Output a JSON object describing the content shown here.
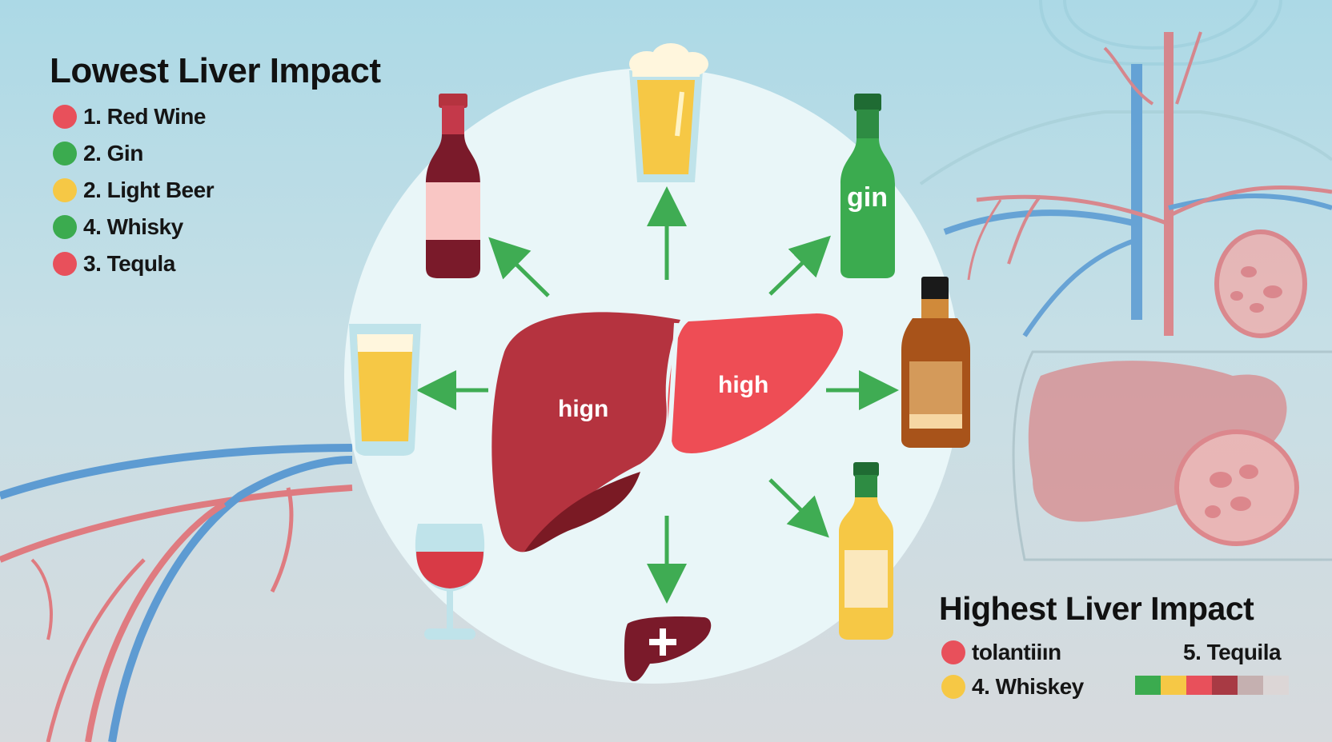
{
  "lowest": {
    "title": "Lowest Liver Impact",
    "items": [
      {
        "label": "1. Red Wine",
        "color": "#e8505b"
      },
      {
        "label": "2. Gin",
        "color": "#3bab4f"
      },
      {
        "label": "2. Light Beer",
        "color": "#f6c845"
      },
      {
        "label": "4. Whisky",
        "color": "#3bab4f"
      },
      {
        "label": "3. Tequla",
        "color": "#e8505b"
      }
    ]
  },
  "highest": {
    "title": "Highest Liver Impact",
    "items": [
      {
        "label": "tolantiiın",
        "color": "#e8505b"
      },
      {
        "label": "4. Whiskey",
        "color": "#f6c845"
      }
    ],
    "right_label": "5. Tequila",
    "scale_colors": [
      "#3bab4f",
      "#f6c845",
      "#e8505b",
      "#a83a44",
      "#c5b0b0",
      "#dcd6d6"
    ]
  },
  "liver_labels": {
    "left": "hign",
    "right": "high"
  },
  "bottle_labels": {
    "gin": "gin"
  },
  "icons": [
    "beer-glass-icon",
    "red-wine-bottle-icon",
    "gin-bottle-icon",
    "whisky-bottle-icon",
    "light-beer-glass-icon",
    "wine-glass-icon",
    "liver-plus-icon",
    "white-wine-bottle-icon",
    "liver-icon"
  ],
  "colors": {
    "arrow": "#3fac53",
    "liver_dark": "#b5333f",
    "liver_light": "#ee4d55",
    "circle": "#e9f6f8"
  }
}
